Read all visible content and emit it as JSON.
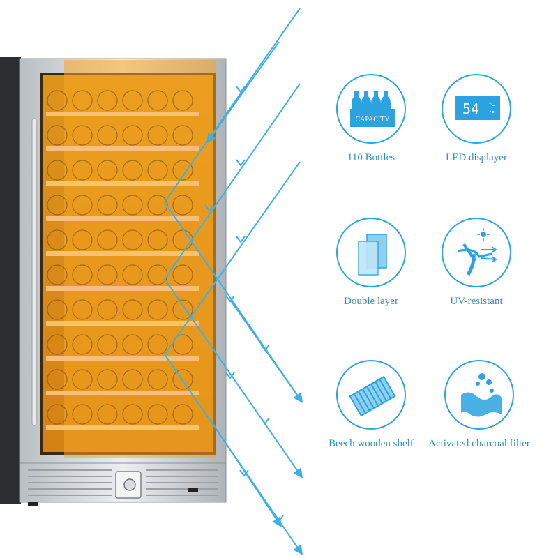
{
  "colors": {
    "accent_blue": "#2aa3e0",
    "label_blue": "#2a8fcf",
    "amber_glass": "#f5a623",
    "shelf_wood": "#f8c27a",
    "steel": "#cfd3d6"
  },
  "product": {
    "name": "dual-zone-style wine cooler with glass door",
    "shelves": 10
  },
  "features": [
    {
      "id": "capacity",
      "icon": "bottles-capacity-icon",
      "badge_text": "CAPACITY",
      "label": "110 Bottles"
    },
    {
      "id": "led",
      "icon": "led-display-icon",
      "display_value": "54",
      "unit_c": "°C",
      "unit_f": "°F",
      "label": "LED displayer"
    },
    {
      "id": "double-layer",
      "icon": "double-layer-glass-icon",
      "label": "Double layer"
    },
    {
      "id": "uv",
      "icon": "uv-resistant-icon",
      "label": "UV-resistant"
    },
    {
      "id": "shelf",
      "icon": "wooden-shelf-icon",
      "label": "Beech wooden shelf"
    },
    {
      "id": "charcoal",
      "icon": "charcoal-filter-icon",
      "label": "Activated charcoal filter"
    }
  ]
}
